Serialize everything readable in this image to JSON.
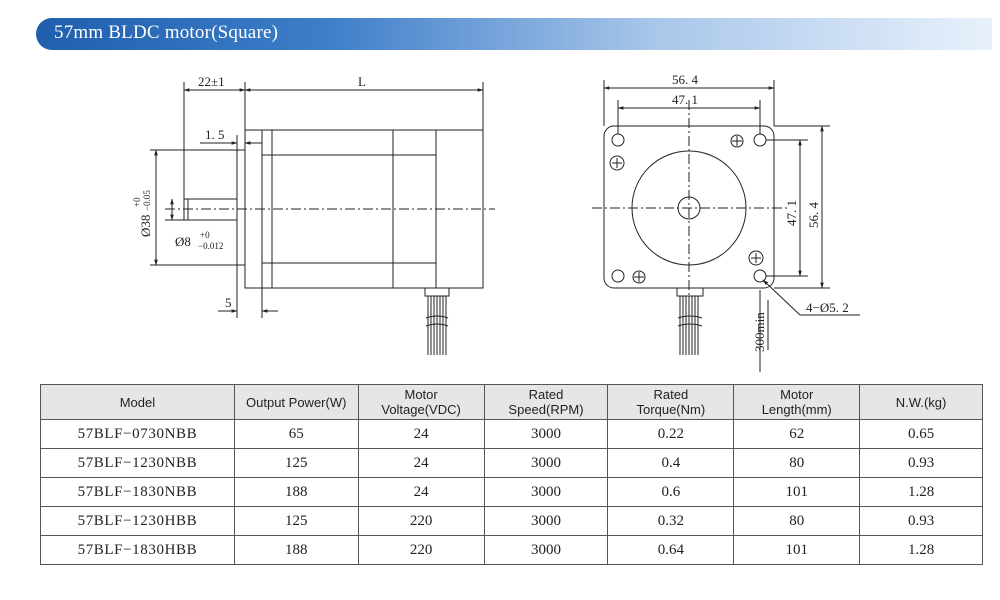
{
  "banner": {
    "title": "57mm BLDC motor(Square)"
  },
  "side_view": {
    "dims": {
      "flange_offset": "22±1",
      "length": "L",
      "flange_thickness": "1. 5",
      "shaft_start": "5",
      "pilot_diameter": "Ø38",
      "pilot_tol_upper": "+0",
      "pilot_tol_lower": "−0.05",
      "shaft_diameter": "Ø8",
      "shaft_tol_upper": "+0",
      "shaft_tol_lower": "−0.012"
    }
  },
  "front_view": {
    "dims": {
      "overall_width": "56. 4",
      "hole_spacing_w": "47. 1",
      "overall_height": "56. 4",
      "hole_spacing_h": "47. 1",
      "mount_holes": "4−Ø5. 2",
      "lead_length": "300min"
    }
  },
  "table": {
    "headers": [
      [
        "Model"
      ],
      [
        "Output Power(W)"
      ],
      [
        "Motor",
        "Voltage(VDC)"
      ],
      [
        "Rated",
        "Speed(RPM)"
      ],
      [
        "Rated",
        "Torque(Nm)"
      ],
      [
        "Motor",
        "Length(mm)"
      ],
      [
        "N.W.(kg)"
      ]
    ],
    "rows": [
      [
        "57BLF−0730NBB",
        "65",
        "24",
        "3000",
        "0.22",
        "62",
        "0.65"
      ],
      [
        "57BLF−1230NBB",
        "125",
        "24",
        "3000",
        "0.4",
        "80",
        "0.93"
      ],
      [
        "57BLF−1830NBB",
        "188",
        "24",
        "3000",
        "0.6",
        "101",
        "1.28"
      ],
      [
        "57BLF−1230HBB",
        "125",
        "220",
        "3000",
        "0.32",
        "80",
        "0.93"
      ],
      [
        "57BLF−1830HBB",
        "188",
        "220",
        "3000",
        "0.64",
        "101",
        "1.28"
      ]
    ]
  }
}
